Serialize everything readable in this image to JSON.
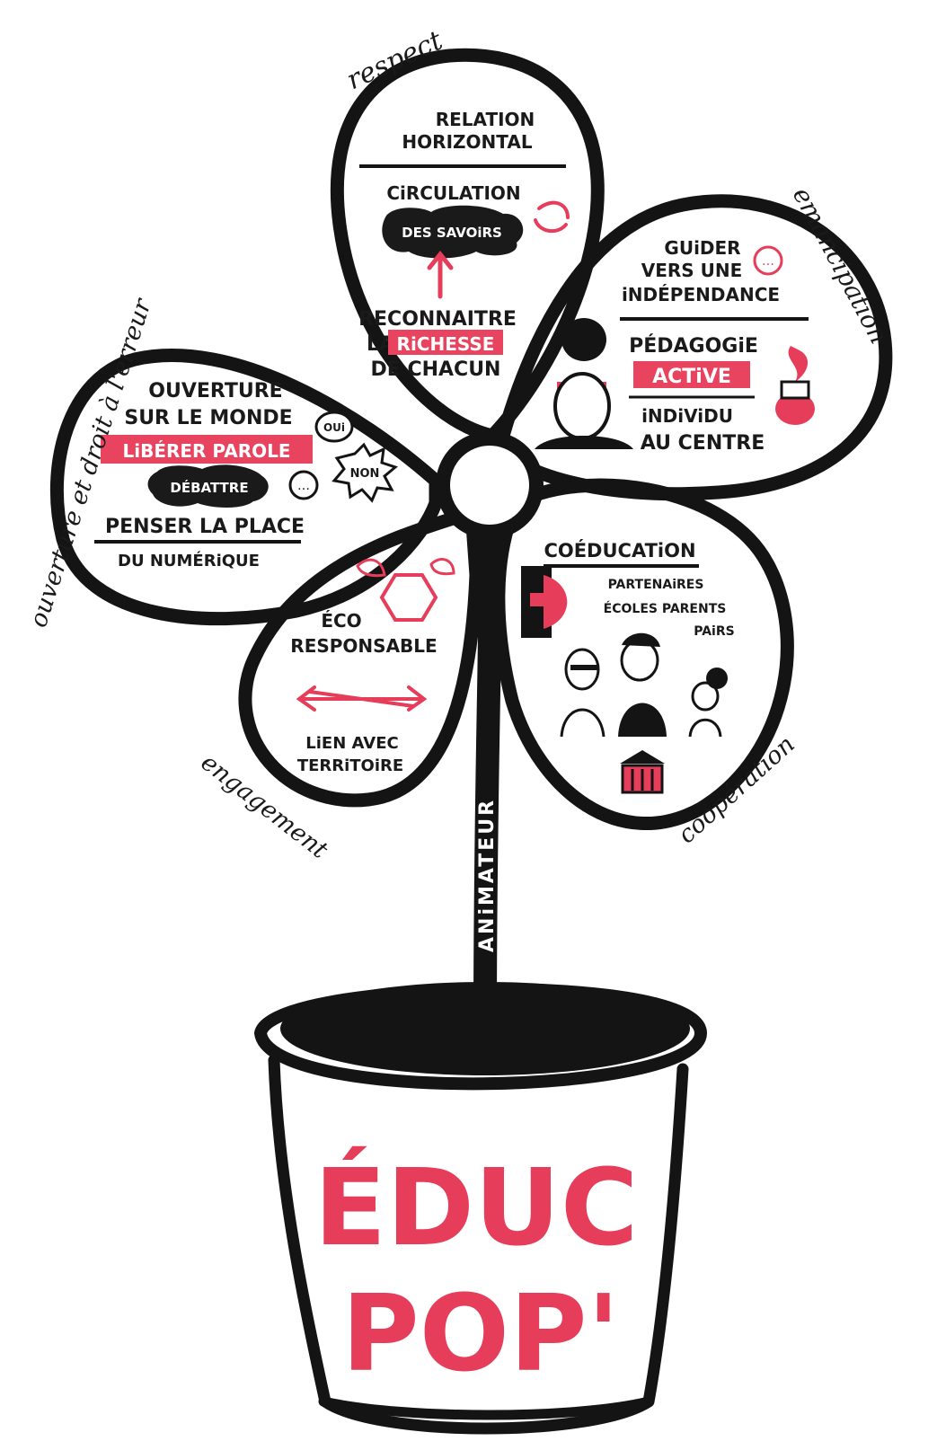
{
  "colors": {
    "ink": "#141414",
    "accent": "#e63d5a",
    "background": "#ffffff"
  },
  "values_around": {
    "top": "respect",
    "right": "emancipation",
    "left": "ouverture et droit à l'erreur",
    "bottom_left": "engagement",
    "bottom_right": "coopération"
  },
  "petal_top": {
    "line1": "RELATION",
    "line2": "HORIZONTAL",
    "circ_1": "CiRCULATION",
    "circ_2": "DES SAVOiRS",
    "rec_1": "RECONNAITRE",
    "rec_2a": "LA",
    "rec_2b": "RiCHESSE",
    "rec_3": "DE CHACUN"
  },
  "petal_right": {
    "g1": "GUiDER",
    "g2": "VERS UNE",
    "g3": "iNDÉPENDANCE",
    "p1": "PÉDAGOGiE",
    "p2": "ACTiVE",
    "i1": "iNDiViDU",
    "i2": "AU CENTRE"
  },
  "petal_left": {
    "o1": "OUVERTURE",
    "o2": "SUR LE MONDE",
    "lp": "LiBÉRER PAROLE",
    "deb": "DÉBATTRE",
    "oui": "OUi",
    "non": "NON",
    "pen": "PENSER LA PLACE",
    "num": "DU NUMÉRiQUE"
  },
  "petal_bottom_left": {
    "e1": "ÉCO",
    "e2": "RESPONSABLE",
    "l1": "LiEN AVEC",
    "l2": "TERRiTOiRE"
  },
  "petal_bottom_right": {
    "c": "COÉDUCATiON",
    "p1": "PARTENAiRES",
    "p2": "ÉCOLES PARENTS",
    "p3": "PAiRS"
  },
  "stem": {
    "label": "ANiMATEUR"
  },
  "pot": {
    "line1": "ÉDUC",
    "line2": "POP'"
  }
}
